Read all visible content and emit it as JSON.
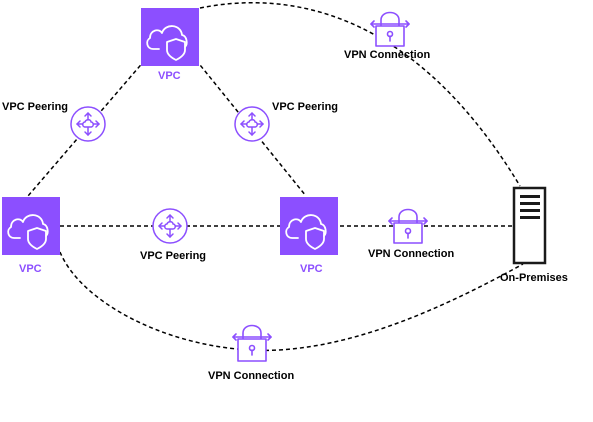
{
  "colors": {
    "vpc_tile": "#8C4FFF",
    "icon_stroke": "#8C4FFF",
    "connector": "#000000",
    "label_text": "#000000",
    "vpc_label_text": "#8C4FFF"
  },
  "nodes": {
    "vpc_top": {
      "label": "VPC",
      "icon": "vpc-cloud-shield-icon"
    },
    "vpc_left": {
      "label": "VPC",
      "icon": "vpc-cloud-shield-icon"
    },
    "vpc_right": {
      "label": "VPC",
      "icon": "vpc-cloud-shield-icon"
    },
    "on_premises": {
      "label": "On-Premises",
      "icon": "server-rack-icon"
    }
  },
  "connections": {
    "peering_top_left": {
      "label": "VPC Peering",
      "icon": "vpc-peering-icon"
    },
    "peering_top_right": {
      "label": "VPC Peering",
      "icon": "vpc-peering-icon"
    },
    "peering_left_right": {
      "label": "VPC Peering",
      "icon": "vpc-peering-icon"
    },
    "vpn_top": {
      "label": "VPN Connection",
      "icon": "vpn-lock-icon"
    },
    "vpn_right": {
      "label": "VPN Connection",
      "icon": "vpn-lock-icon"
    },
    "vpn_left": {
      "label": "VPN Connection",
      "icon": "vpn-lock-icon"
    }
  }
}
